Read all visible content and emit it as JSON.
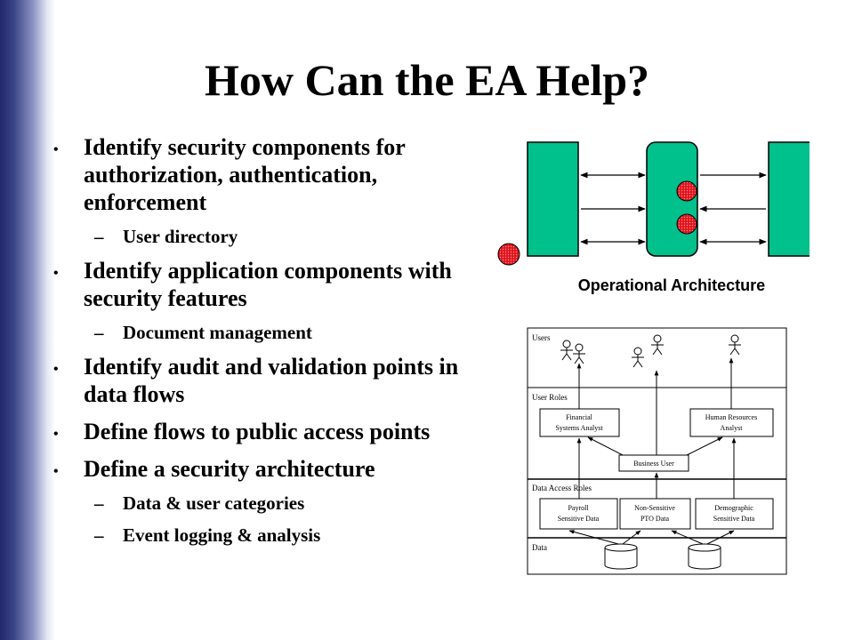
{
  "slide": {
    "title": "How Can the EA Help?",
    "bullet_marker": "•",
    "sub_marker": "–",
    "bullets": [
      {
        "text": "Identify security components for authorization, authentication, enforcement",
        "subs": [
          "User directory"
        ]
      },
      {
        "text": "Identify application components with security features",
        "subs": [
          "Document management"
        ]
      },
      {
        "text": "Identify audit and validation points in data flows",
        "subs": []
      },
      {
        "text": "Define flows to public access points",
        "subs": []
      },
      {
        "text": "Define a security architecture",
        "subs": [
          "Data & user categories",
          "Event logging & analysis"
        ]
      }
    ]
  },
  "operational_diagram": {
    "caption": "Operational Architecture",
    "box_color": "#00c08b",
    "marker_color": "#e0141e"
  },
  "security_diagram": {
    "lanes": {
      "users": "Users",
      "user_roles": "User Roles",
      "data_access_roles": "Data Access Roles",
      "data": "Data"
    },
    "roles": {
      "financial_line1": "Financial",
      "financial_line2": "Systems Analyst",
      "hr_line1": "Human Resources",
      "hr_line2": "Analyst",
      "business_user": "Business User"
    },
    "data_roles": {
      "payroll_line1": "Payroll",
      "payroll_line2": "Sensitive Data",
      "nonsensitive_line1": "Non-Sensitive",
      "nonsensitive_line2": "PTO Data",
      "demographic_line1": "Demographic",
      "demographic_line2": "Sensitive Data"
    }
  }
}
